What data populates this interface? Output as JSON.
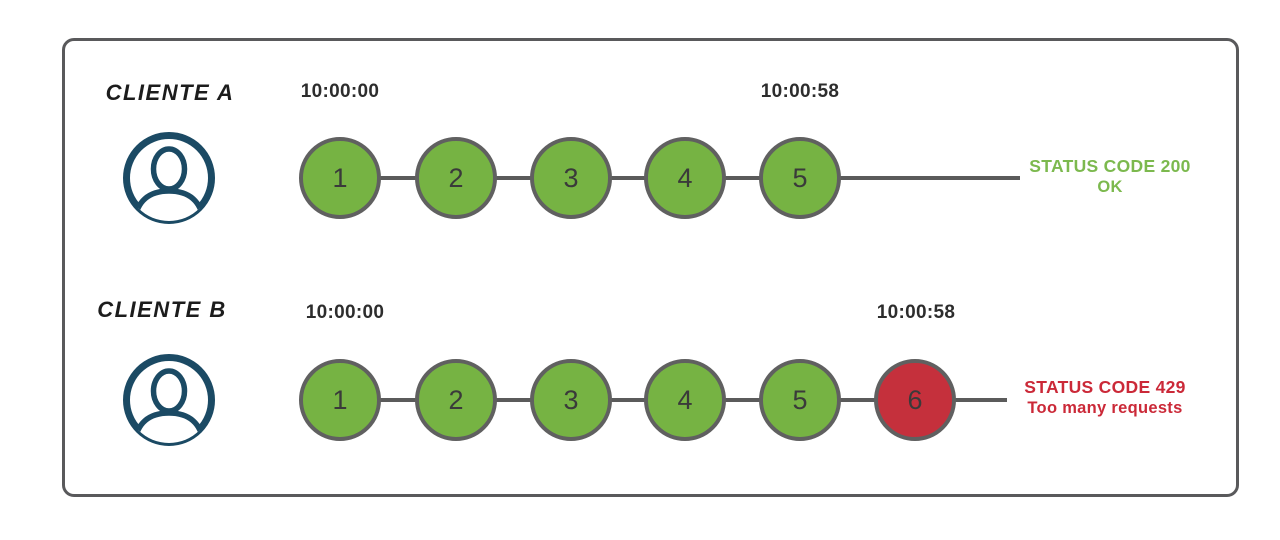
{
  "diagram_title": "rate-limiting-clients-diagram",
  "colors": {
    "request_ok": "#76b343",
    "request_blocked": "#c5303c",
    "status_ok_text": "#7cb94e",
    "status_error_text": "#cb2938",
    "avatar": "#1b4a64",
    "frame_border": "#59595b",
    "connector": "#5b5b5b"
  },
  "rows": [
    {
      "client_label": "CLIENTE A",
      "avatar_icon": "user-avatar-icon",
      "start_time": "10:00:00",
      "end_time": "10:00:58",
      "requests": [
        {
          "label": "1",
          "state": "ok"
        },
        {
          "label": "2",
          "state": "ok"
        },
        {
          "label": "3",
          "state": "ok"
        },
        {
          "label": "4",
          "state": "ok"
        },
        {
          "label": "5",
          "state": "ok"
        }
      ],
      "status": {
        "line1": "STATUS CODE 200",
        "line2": "OK"
      }
    },
    {
      "client_label": "CLIENTE B",
      "avatar_icon": "user-avatar-icon",
      "start_time": "10:00:00",
      "end_time": "10:00:58",
      "requests": [
        {
          "label": "1",
          "state": "ok"
        },
        {
          "label": "2",
          "state": "ok"
        },
        {
          "label": "3",
          "state": "ok"
        },
        {
          "label": "4",
          "state": "ok"
        },
        {
          "label": "5",
          "state": "ok"
        },
        {
          "label": "6",
          "state": "rate-limited"
        }
      ],
      "status": {
        "line1": "STATUS CODE 429",
        "line2": "Too many requests"
      }
    }
  ]
}
